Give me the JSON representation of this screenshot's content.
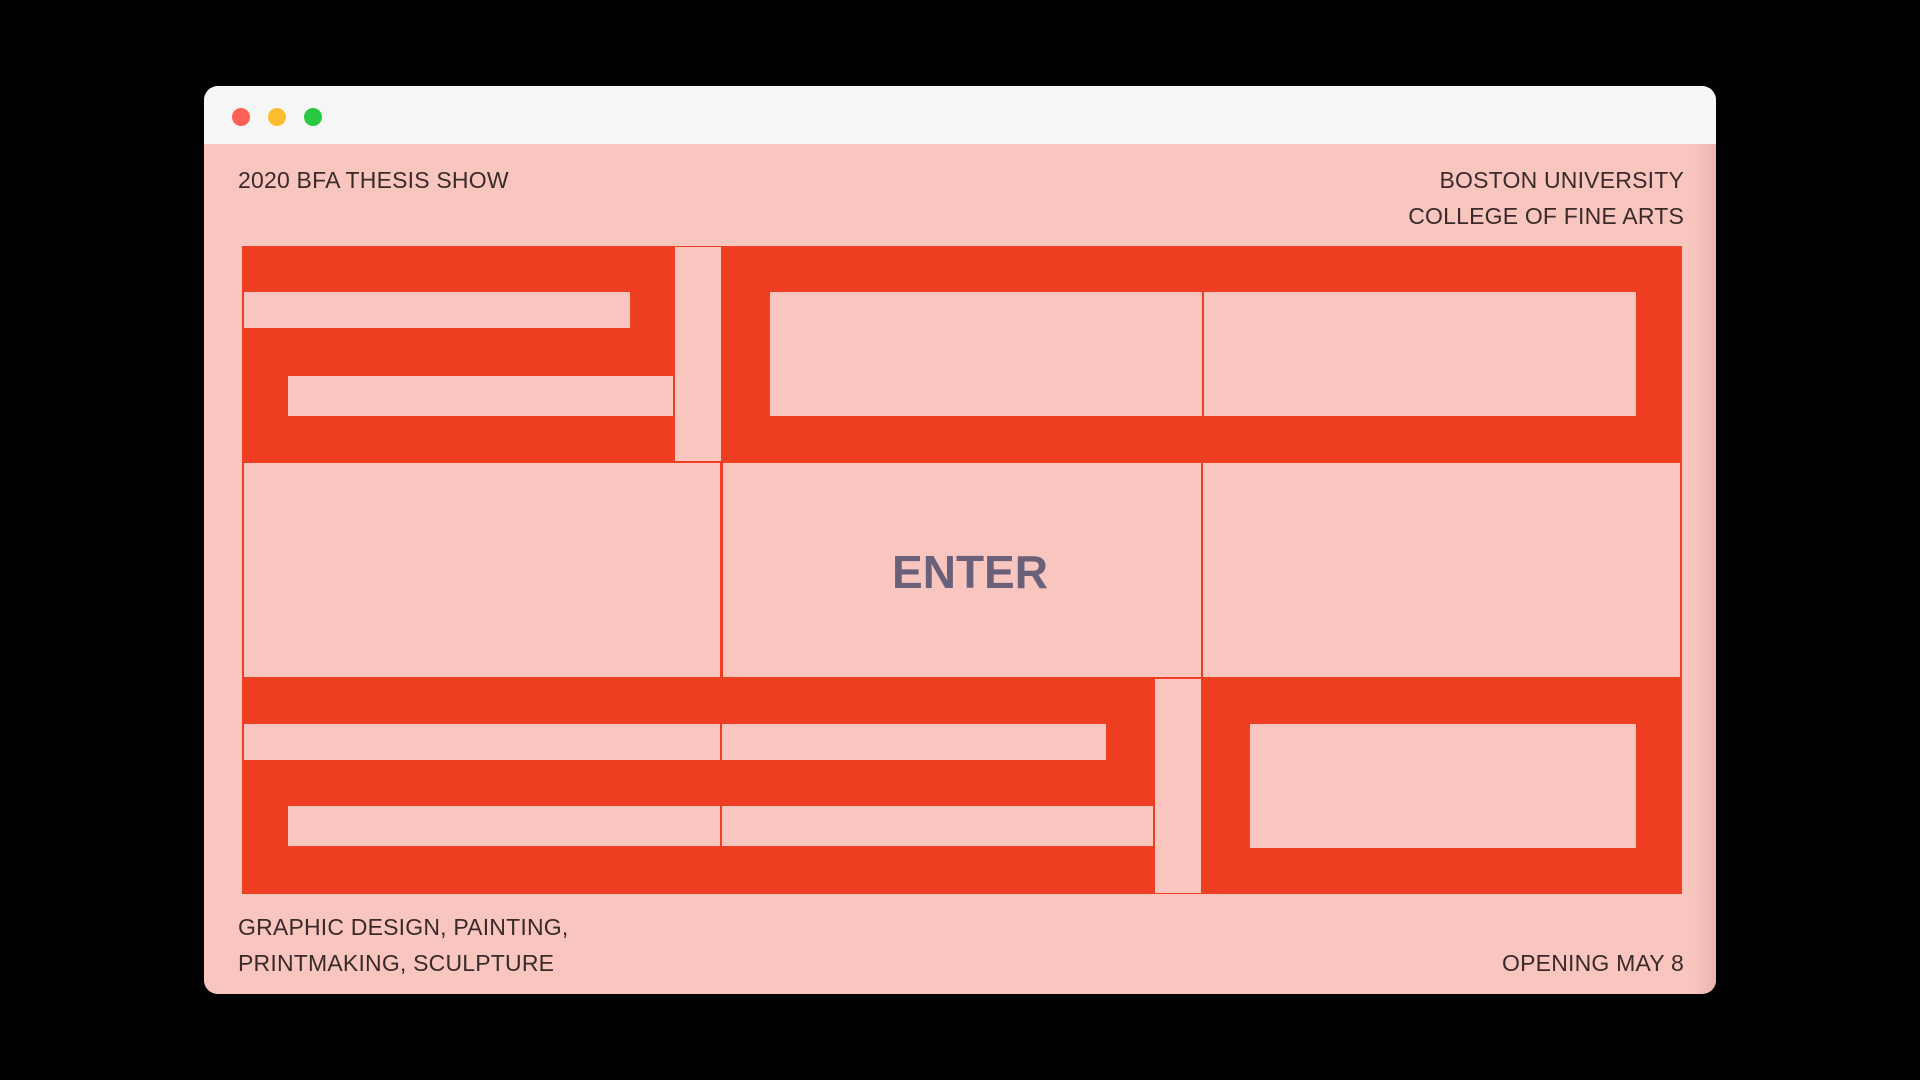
{
  "window": {
    "controls": [
      "close-button",
      "minimize-button",
      "zoom-button"
    ]
  },
  "header": {
    "show_title": "2020 BFA THESIS SHOW",
    "institution_line1": "BOSTON UNIVERSITY",
    "institution_line2": "COLLEGE OF FINE ARTS"
  },
  "hero": {
    "enter_label": "ENTER"
  },
  "footer": {
    "disciplines_line1": "GRAPHIC DESIGN, PAINTING,",
    "disciplines_line2": "PRINTMAKING, SCULPTURE",
    "opening": "OPENING MAY 8"
  },
  "colors": {
    "background": "#f9c5bf",
    "accent": "#ef3f23",
    "enter_text": "#6a6079",
    "body_text": "#3a2a2a"
  }
}
